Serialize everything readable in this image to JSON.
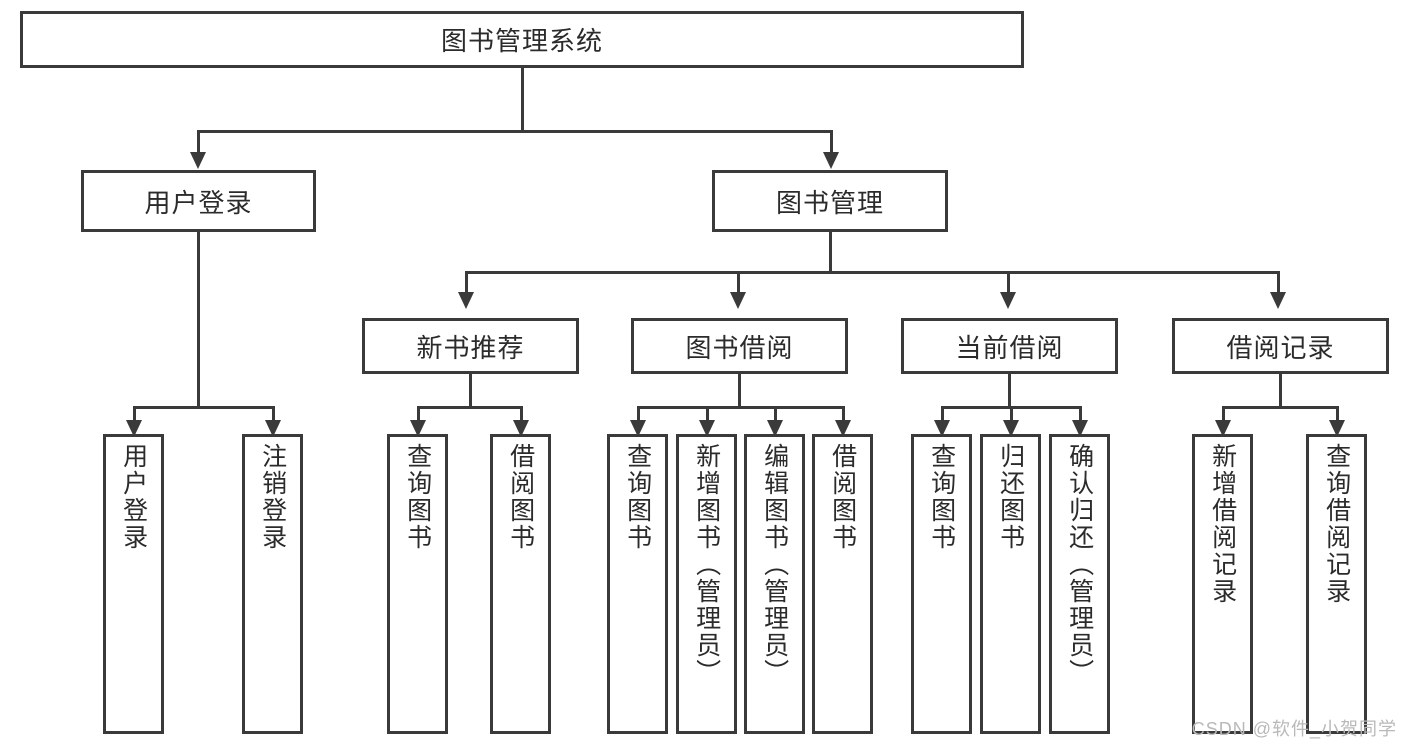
{
  "diagram": {
    "type": "tree-hierarchy-chart",
    "title_box": {
      "label": "图书管理系统"
    },
    "level2": [
      {
        "id": "user-login",
        "label": "用户登录"
      },
      {
        "id": "book-management",
        "label": "图书管理"
      }
    ],
    "level3": [
      {
        "id": "new-book-recommend",
        "label": "新书推荐"
      },
      {
        "id": "book-borrow",
        "label": "图书借阅"
      },
      {
        "id": "current-borrow",
        "label": "当前借阅"
      },
      {
        "id": "borrow-record",
        "label": "借阅记录"
      }
    ],
    "leaves": {
      "user_login": [
        {
          "id": "leaf-user-login",
          "label": "用户登录"
        },
        {
          "id": "leaf-logout-login",
          "label": "注销登录"
        }
      ],
      "new_book_recommend": [
        {
          "id": "leaf-query-book-1",
          "label": "查询图书"
        },
        {
          "id": "leaf-borrow-book-1",
          "label": "借阅图书"
        }
      ],
      "book_borrow": [
        {
          "id": "leaf-query-book-2",
          "label": "查询图书"
        },
        {
          "id": "leaf-add-book",
          "label": "新增图书（管理员）"
        },
        {
          "id": "leaf-edit-book",
          "label": "编辑图书（管理员）"
        },
        {
          "id": "leaf-borrow-book-2",
          "label": "借阅图书"
        }
      ],
      "current_borrow": [
        {
          "id": "leaf-query-book-3",
          "label": "查询图书"
        },
        {
          "id": "leaf-return-book",
          "label": "归还图书"
        },
        {
          "id": "leaf-confirm-return",
          "label": "确认归还（管理员）"
        }
      ],
      "borrow_record": [
        {
          "id": "leaf-add-record",
          "label": "新增借阅记录"
        },
        {
          "id": "leaf-query-record",
          "label": "查询借阅记录"
        }
      ]
    },
    "watermark": "CSDN @软件_小贺同学",
    "colors": {
      "stroke": "#3a3a3a",
      "text": "#2b2b2b",
      "background": "#ffffff",
      "watermark": "#b9b9b9"
    }
  }
}
